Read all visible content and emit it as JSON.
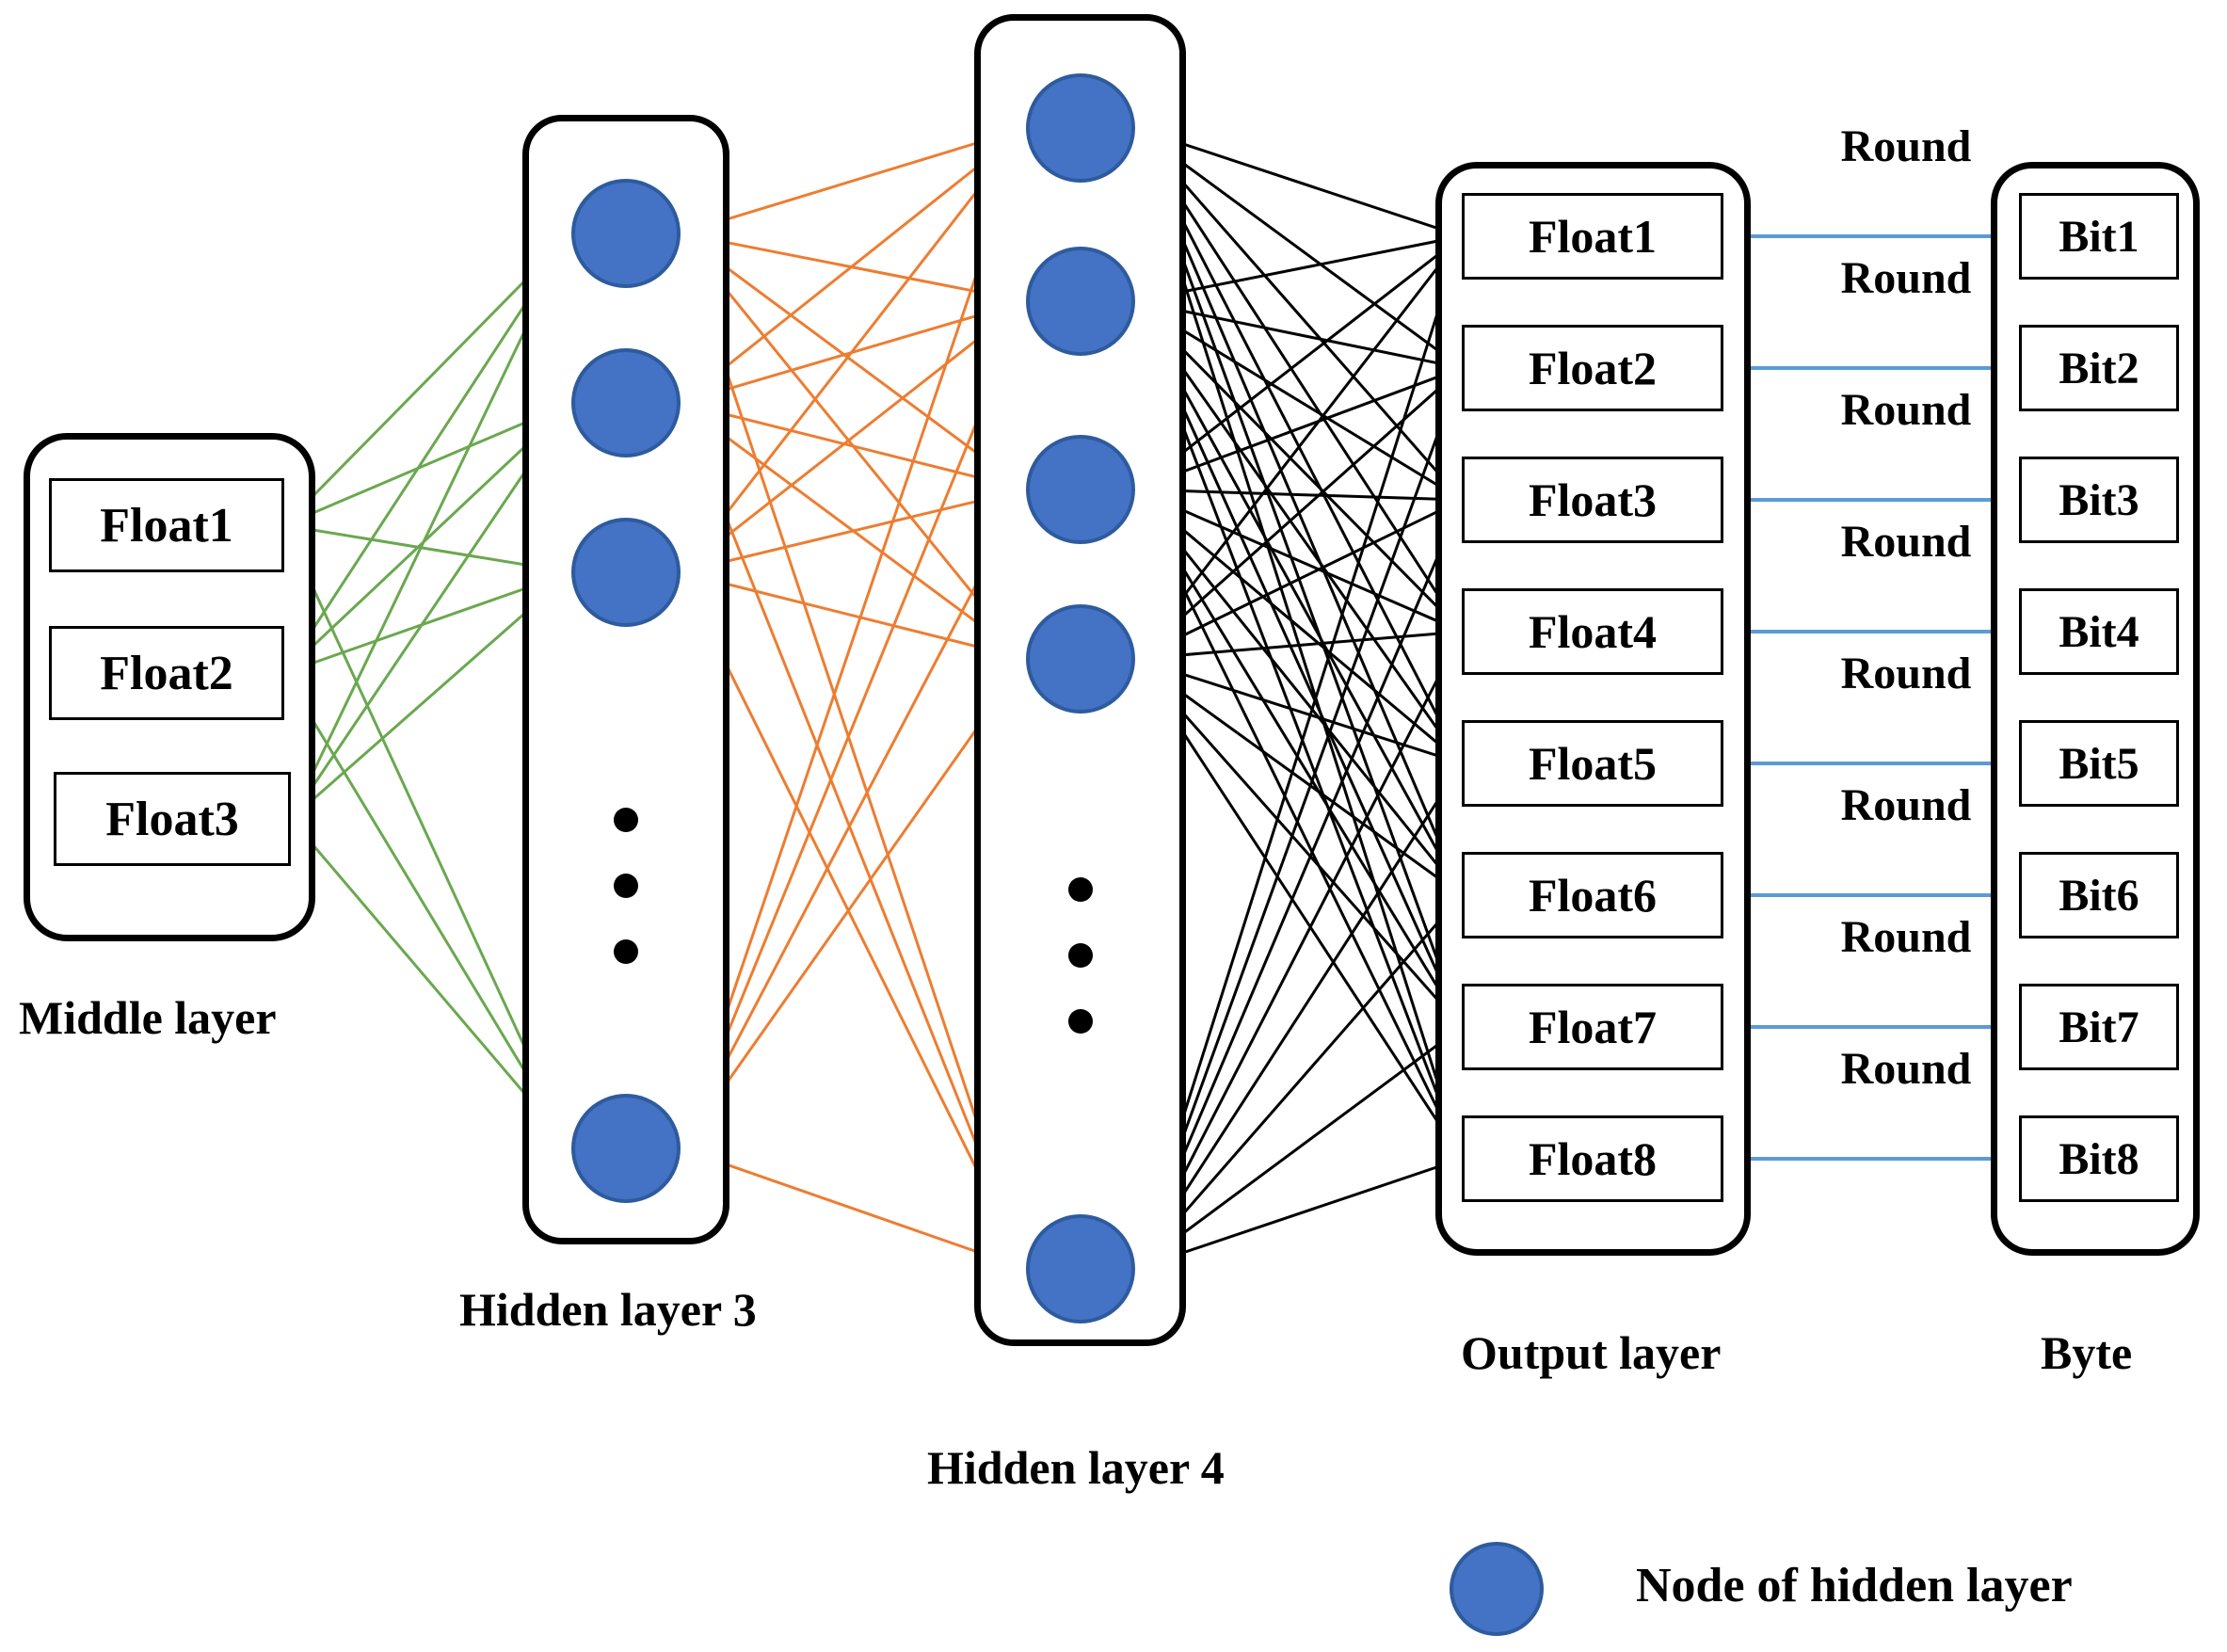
{
  "diagram": {
    "title": "Neural network output stage: middle layer, hidden layers 3 and 4, output layer and byte conversion",
    "colors": {
      "node_fill": "#4472C4",
      "node_stroke": "#2E5B9E",
      "edge_middle_to_h3": "#6AA84F",
      "edge_h3_to_h4": "#ED7D31",
      "edge_h4_to_output": "#000000",
      "edge_output_to_byte": "#5B9BD5",
      "box_stroke": "#000000",
      "background": "#FFFFFF"
    }
  },
  "middle_layer": {
    "caption": "Middle layer",
    "items": [
      {
        "label": "Float1"
      },
      {
        "label": "Float2"
      },
      {
        "label": "Float3"
      }
    ]
  },
  "hidden_layer_3": {
    "caption": "Hidden layer 3",
    "visible_nodes": 4,
    "ellipsis_dots": 3
  },
  "hidden_layer_4": {
    "caption": "Hidden layer 4",
    "visible_nodes": 5,
    "ellipsis_dots": 3
  },
  "output_layer": {
    "caption": "Output layer",
    "items": [
      {
        "label": "Float1"
      },
      {
        "label": "Float2"
      },
      {
        "label": "Float3"
      },
      {
        "label": "Float4"
      },
      {
        "label": "Float5"
      },
      {
        "label": "Float6"
      },
      {
        "label": "Float7"
      },
      {
        "label": "Float8"
      }
    ]
  },
  "byte_layer": {
    "caption": "Byte",
    "items": [
      {
        "label": "Bit1"
      },
      {
        "label": "Bit2"
      },
      {
        "label": "Bit3"
      },
      {
        "label": "Bit4"
      },
      {
        "label": "Bit5"
      },
      {
        "label": "Bit6"
      },
      {
        "label": "Bit7"
      },
      {
        "label": "Bit8"
      }
    ]
  },
  "round_labels": [
    {
      "label": "Round"
    },
    {
      "label": "Round"
    },
    {
      "label": "Round"
    },
    {
      "label": "Round"
    },
    {
      "label": "Round"
    },
    {
      "label": "Round"
    },
    {
      "label": "Round"
    },
    {
      "label": "Round"
    }
  ],
  "legend": {
    "label": "Node of hidden layer",
    "swatch": "blue-circle"
  }
}
